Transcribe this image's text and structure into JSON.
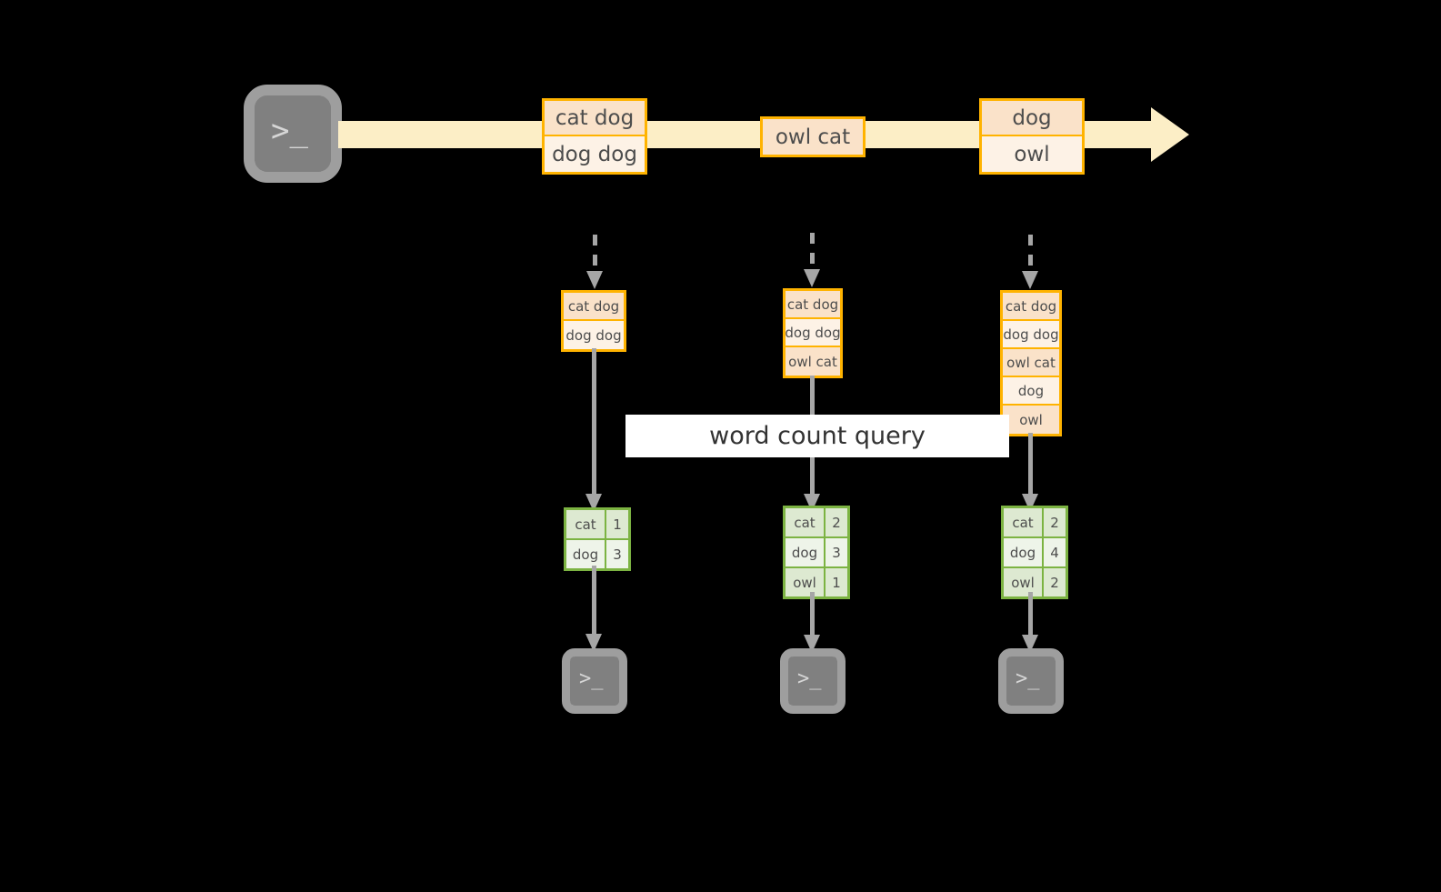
{
  "diagram": {
    "title": "word count query",
    "colors": {
      "background": "#000000",
      "stream_fill": "#fceec6",
      "record_border": "#ffb300",
      "record_fill_dark": "#fae2c9",
      "record_fill_light": "#fdf2e6",
      "result_border": "#7cb342",
      "result_fill_dark": "#dde9d1",
      "result_fill_light": "#eef4e9",
      "connector": "#a6a6a6",
      "terminal_fill": "#808080",
      "label_fill": "#ffffff",
      "text": "#4d4d4d"
    }
  },
  "source": {
    "icon": "terminal-icon",
    "prompt": ">_"
  },
  "stream": {
    "icon": "arrow-right-icon",
    "groups": [
      {
        "id": "batch-1",
        "lines": [
          "cat dog",
          "dog dog"
        ]
      },
      {
        "id": "batch-2",
        "lines": [
          "owl cat"
        ]
      },
      {
        "id": "batch-3",
        "lines": [
          "dog",
          "owl"
        ]
      }
    ]
  },
  "columns": [
    {
      "id": "column-1",
      "input_arrow": "dashed-arrow-down-icon",
      "accumulated": [
        "cat dog",
        "dog dog"
      ],
      "query_arrow": "arrow-down-icon",
      "result": {
        "keys": [
          "cat",
          "dog"
        ],
        "counts": [
          1,
          3
        ]
      },
      "output_arrow": "arrow-down-icon",
      "sink": {
        "icon": "terminal-icon",
        "prompt": ">_"
      }
    },
    {
      "id": "column-2",
      "input_arrow": "dashed-arrow-down-icon",
      "accumulated": [
        "cat dog",
        "dog dog",
        "owl cat"
      ],
      "query_arrow": "arrow-down-icon",
      "result": {
        "keys": [
          "cat",
          "dog",
          "owl"
        ],
        "counts": [
          2,
          3,
          1
        ]
      },
      "output_arrow": "arrow-down-icon",
      "sink": {
        "icon": "terminal-icon",
        "prompt": ">_"
      }
    },
    {
      "id": "column-3",
      "input_arrow": "dashed-arrow-down-icon",
      "accumulated": [
        "cat dog",
        "dog dog",
        "owl cat",
        "dog",
        "owl"
      ],
      "query_arrow": "arrow-down-icon",
      "result": {
        "keys": [
          "cat",
          "dog",
          "owl"
        ],
        "counts": [
          2,
          4,
          2
        ]
      },
      "output_arrow": "arrow-down-icon",
      "sink": {
        "icon": "terminal-icon",
        "prompt": ">_"
      }
    }
  ]
}
